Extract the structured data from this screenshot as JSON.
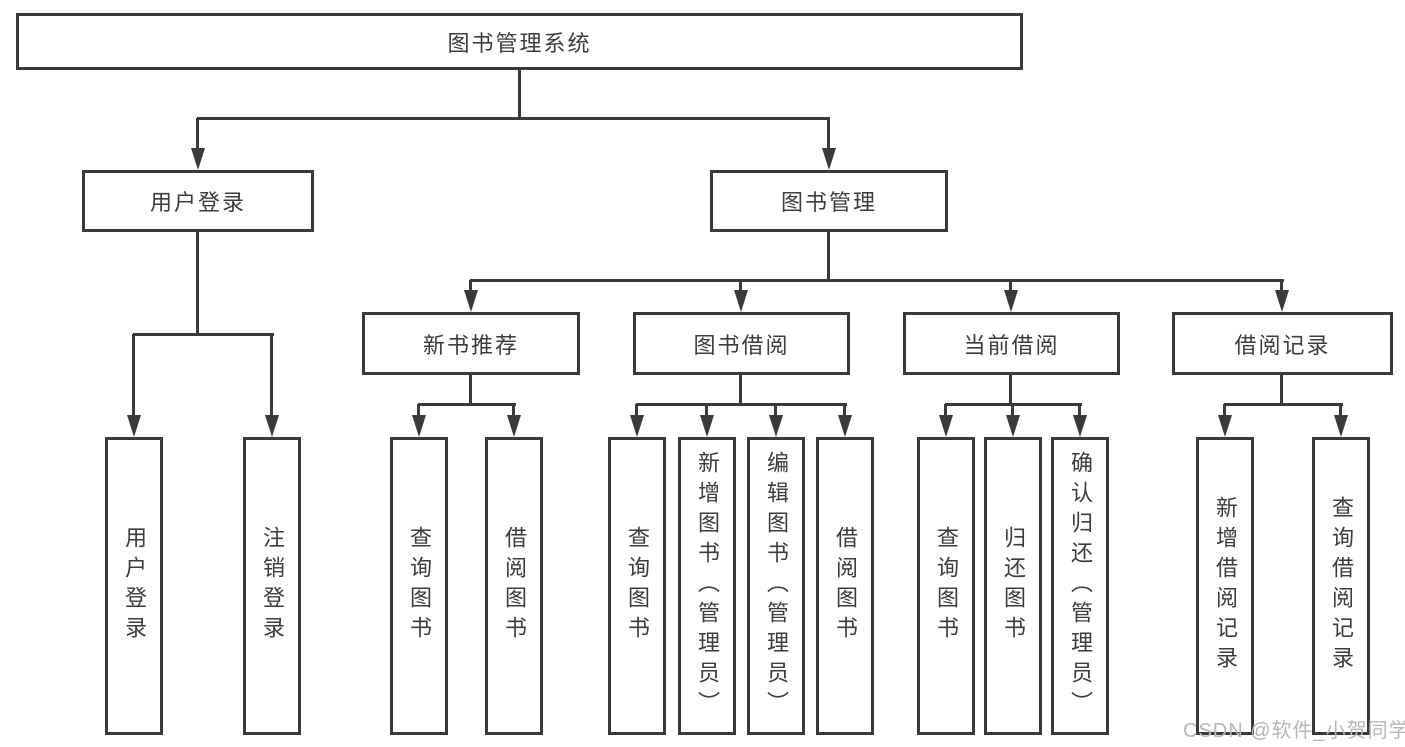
{
  "tree": {
    "label": "图书管理系统",
    "children": [
      {
        "label": "用户登录",
        "children": [
          {
            "label": "用户登录"
          },
          {
            "label": "注销登录"
          }
        ]
      },
      {
        "label": "图书管理",
        "children": [
          {
            "label": "新书推荐",
            "children": [
              {
                "label": "查询图书"
              },
              {
                "label": "借阅图书"
              }
            ]
          },
          {
            "label": "图书借阅",
            "children": [
              {
                "label": "查询图书"
              },
              {
                "label": "新增图书（管理员）"
              },
              {
                "label": "编辑图书（管理员）"
              },
              {
                "label": "借阅图书"
              }
            ]
          },
          {
            "label": "当前借阅",
            "children": [
              {
                "label": "查询图书"
              },
              {
                "label": "归还图书"
              },
              {
                "label": "确认归还（管理员）"
              }
            ]
          },
          {
            "label": "借阅记录",
            "children": [
              {
                "label": "新增借阅记录"
              },
              {
                "label": "查询借阅记录"
              }
            ]
          }
        ]
      }
    ]
  },
  "watermark": {
    "text": "CSDN @软件_小贺同学"
  },
  "colors": {
    "line": "#3a3a3a",
    "text": "#3c3c3c",
    "watermark": "#b7b7b7",
    "background": "#ffffff"
  }
}
